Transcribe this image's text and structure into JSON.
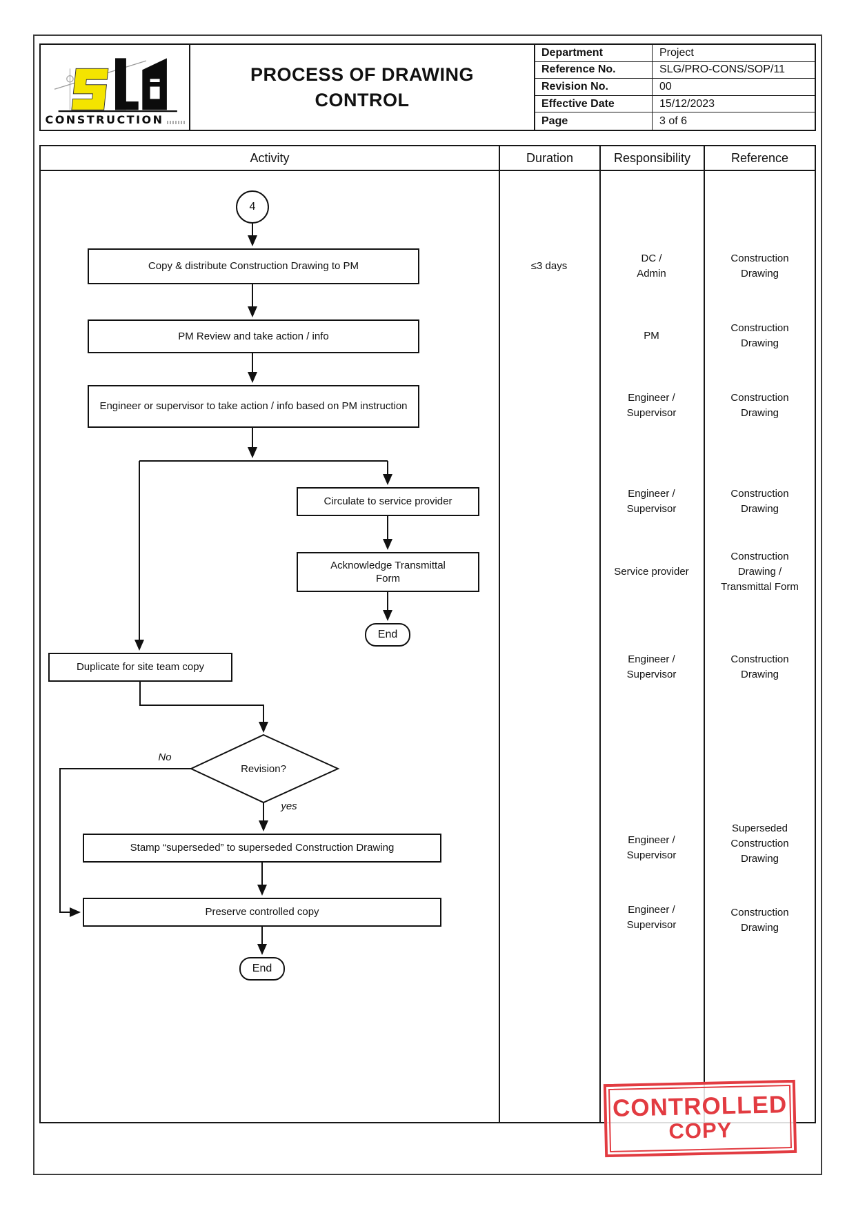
{
  "header": {
    "logo": {
      "brand": "SLG",
      "text": "CONSTRUCTION"
    },
    "title": "PROCESS OF DRAWING\nCONTROL",
    "info": [
      {
        "label": "Department",
        "value": "Project"
      },
      {
        "label": "Reference No.",
        "value": "SLG/PRO-CONS/SOP/11"
      },
      {
        "label": "Revision No.",
        "value": "00"
      },
      {
        "label": "Effective Date",
        "value": "15/12/2023"
      },
      {
        "label": "Page",
        "value": "3 of 6"
      }
    ]
  },
  "table": {
    "columns": [
      "Activity",
      "Duration",
      "Responsibility",
      "Reference"
    ]
  },
  "flow": {
    "connector_label": "4",
    "n_copy": "Copy & distribute Construction Drawing to PM",
    "n_pm_review": "PM Review and take action / info",
    "n_engineer_action": "Engineer or supervisor to take action / info based on PM instruction",
    "n_circulate": "Circulate to service provider",
    "n_acknowledge": "Acknowledge Transmittal\nForm",
    "n_end1": "End",
    "n_duplicate": "Duplicate for site team copy",
    "n_revision": "Revision?",
    "lbl_no": "No",
    "lbl_yes": "yes",
    "n_stamp": "Stamp “superseded” to superseded Construction Drawing",
    "n_preserve": "Preserve controlled copy",
    "n_end2": "End"
  },
  "rows": [
    {
      "duration": "≤3 days",
      "responsibility": "DC /\nAdmin",
      "reference": "Construction\nDrawing"
    },
    {
      "duration": "",
      "responsibility": "PM",
      "reference": "Construction\nDrawing"
    },
    {
      "duration": "",
      "responsibility": "Engineer /\nSupervisor",
      "reference": "Construction\nDrawing"
    },
    {
      "duration": "",
      "responsibility": "Engineer /\nSupervisor",
      "reference": "Construction\nDrawing"
    },
    {
      "duration": "",
      "responsibility": "Service provider",
      "reference": "Construction\nDrawing /\nTransmittal Form"
    },
    {
      "duration": "",
      "responsibility": "Engineer /\nSupervisor",
      "reference": "Construction\nDrawing"
    },
    {
      "duration": "",
      "responsibility": "Engineer /\nSupervisor",
      "reference": "Superseded\nConstruction\nDrawing"
    },
    {
      "duration": "",
      "responsibility": "Engineer /\nSupervisor",
      "reference": "Construction\nDrawing"
    }
  ],
  "stamp": {
    "line1": "CONTROLLED",
    "line2": "COPY",
    "color": "#e23b41"
  }
}
